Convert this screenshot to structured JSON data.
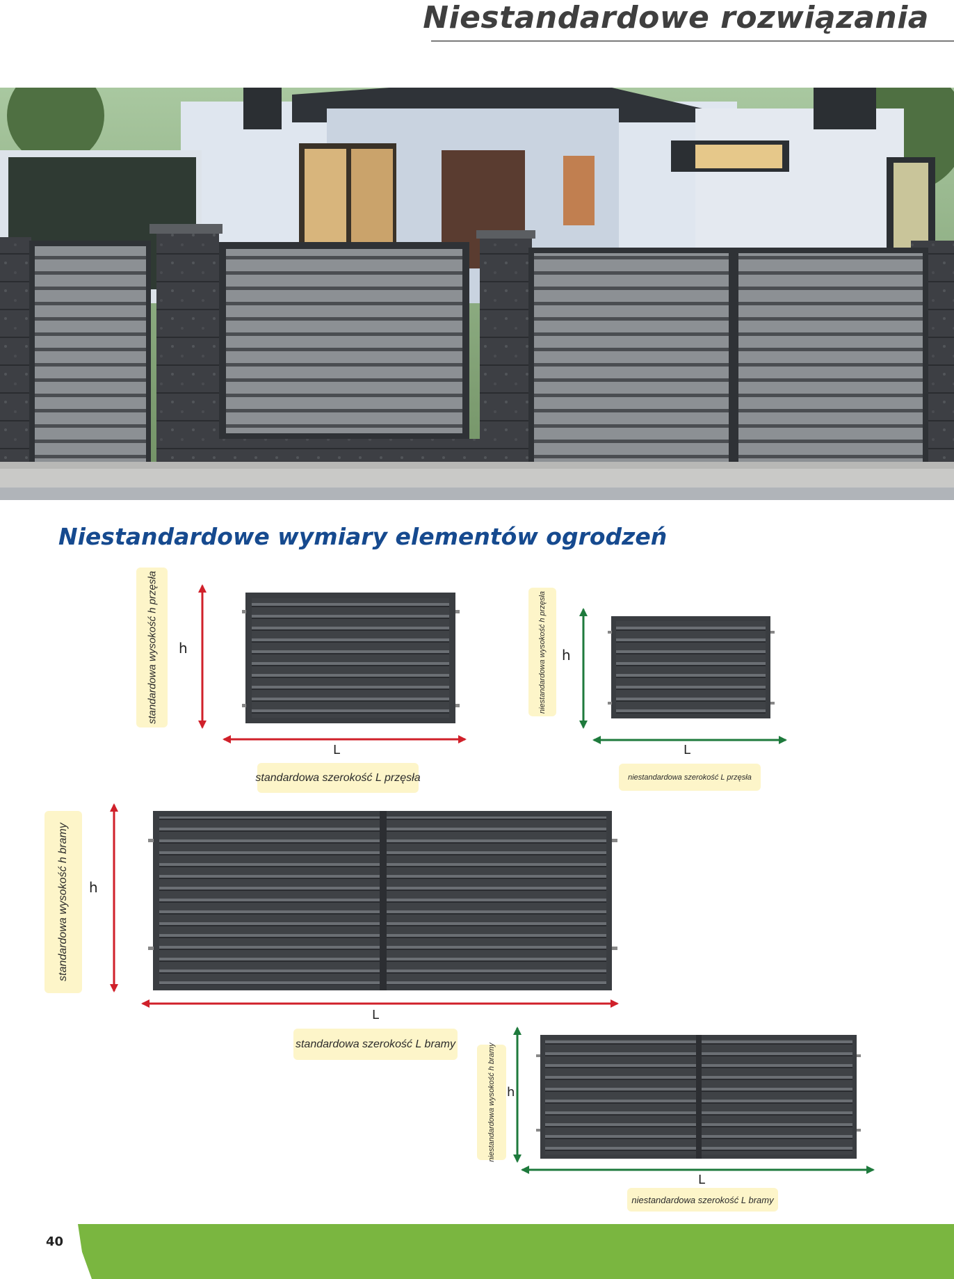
{
  "header": {
    "title": "Niestandardowe rozwiązania"
  },
  "section": {
    "heading": "Niestandardowe wymiary elementów ogrodzeń"
  },
  "diagrams": {
    "std_panel": {
      "height_label": "standardowa wysokość h przęsła",
      "width_label": "standardowa szerokość L przęsła",
      "h": "h",
      "L": "L"
    },
    "nonstd_panel": {
      "height_label": "niestandardowa wysokość h przęsła",
      "width_label": "niestandardowa szerokość L przęsła",
      "h": "h",
      "L": "L"
    },
    "std_gate": {
      "height_label": "standardowa wysokość h bramy",
      "width_label": "standardowa szerokość L bramy",
      "h": "h",
      "L": "L"
    },
    "nonstd_gate": {
      "height_label": "niestandardowa wysokość h bramy",
      "width_label": "niestandardowa szerokość L bramy",
      "h": "h",
      "L": "L"
    }
  },
  "footer": {
    "page_number": "40"
  },
  "colors": {
    "heading_blue": "#164a8f",
    "arrow_red": "#d0202a",
    "arrow_green": "#1e7a3c",
    "label_yellow": "#fdf5c9",
    "footer_green": "#7ab640",
    "panel_grey": "#3f4246"
  }
}
